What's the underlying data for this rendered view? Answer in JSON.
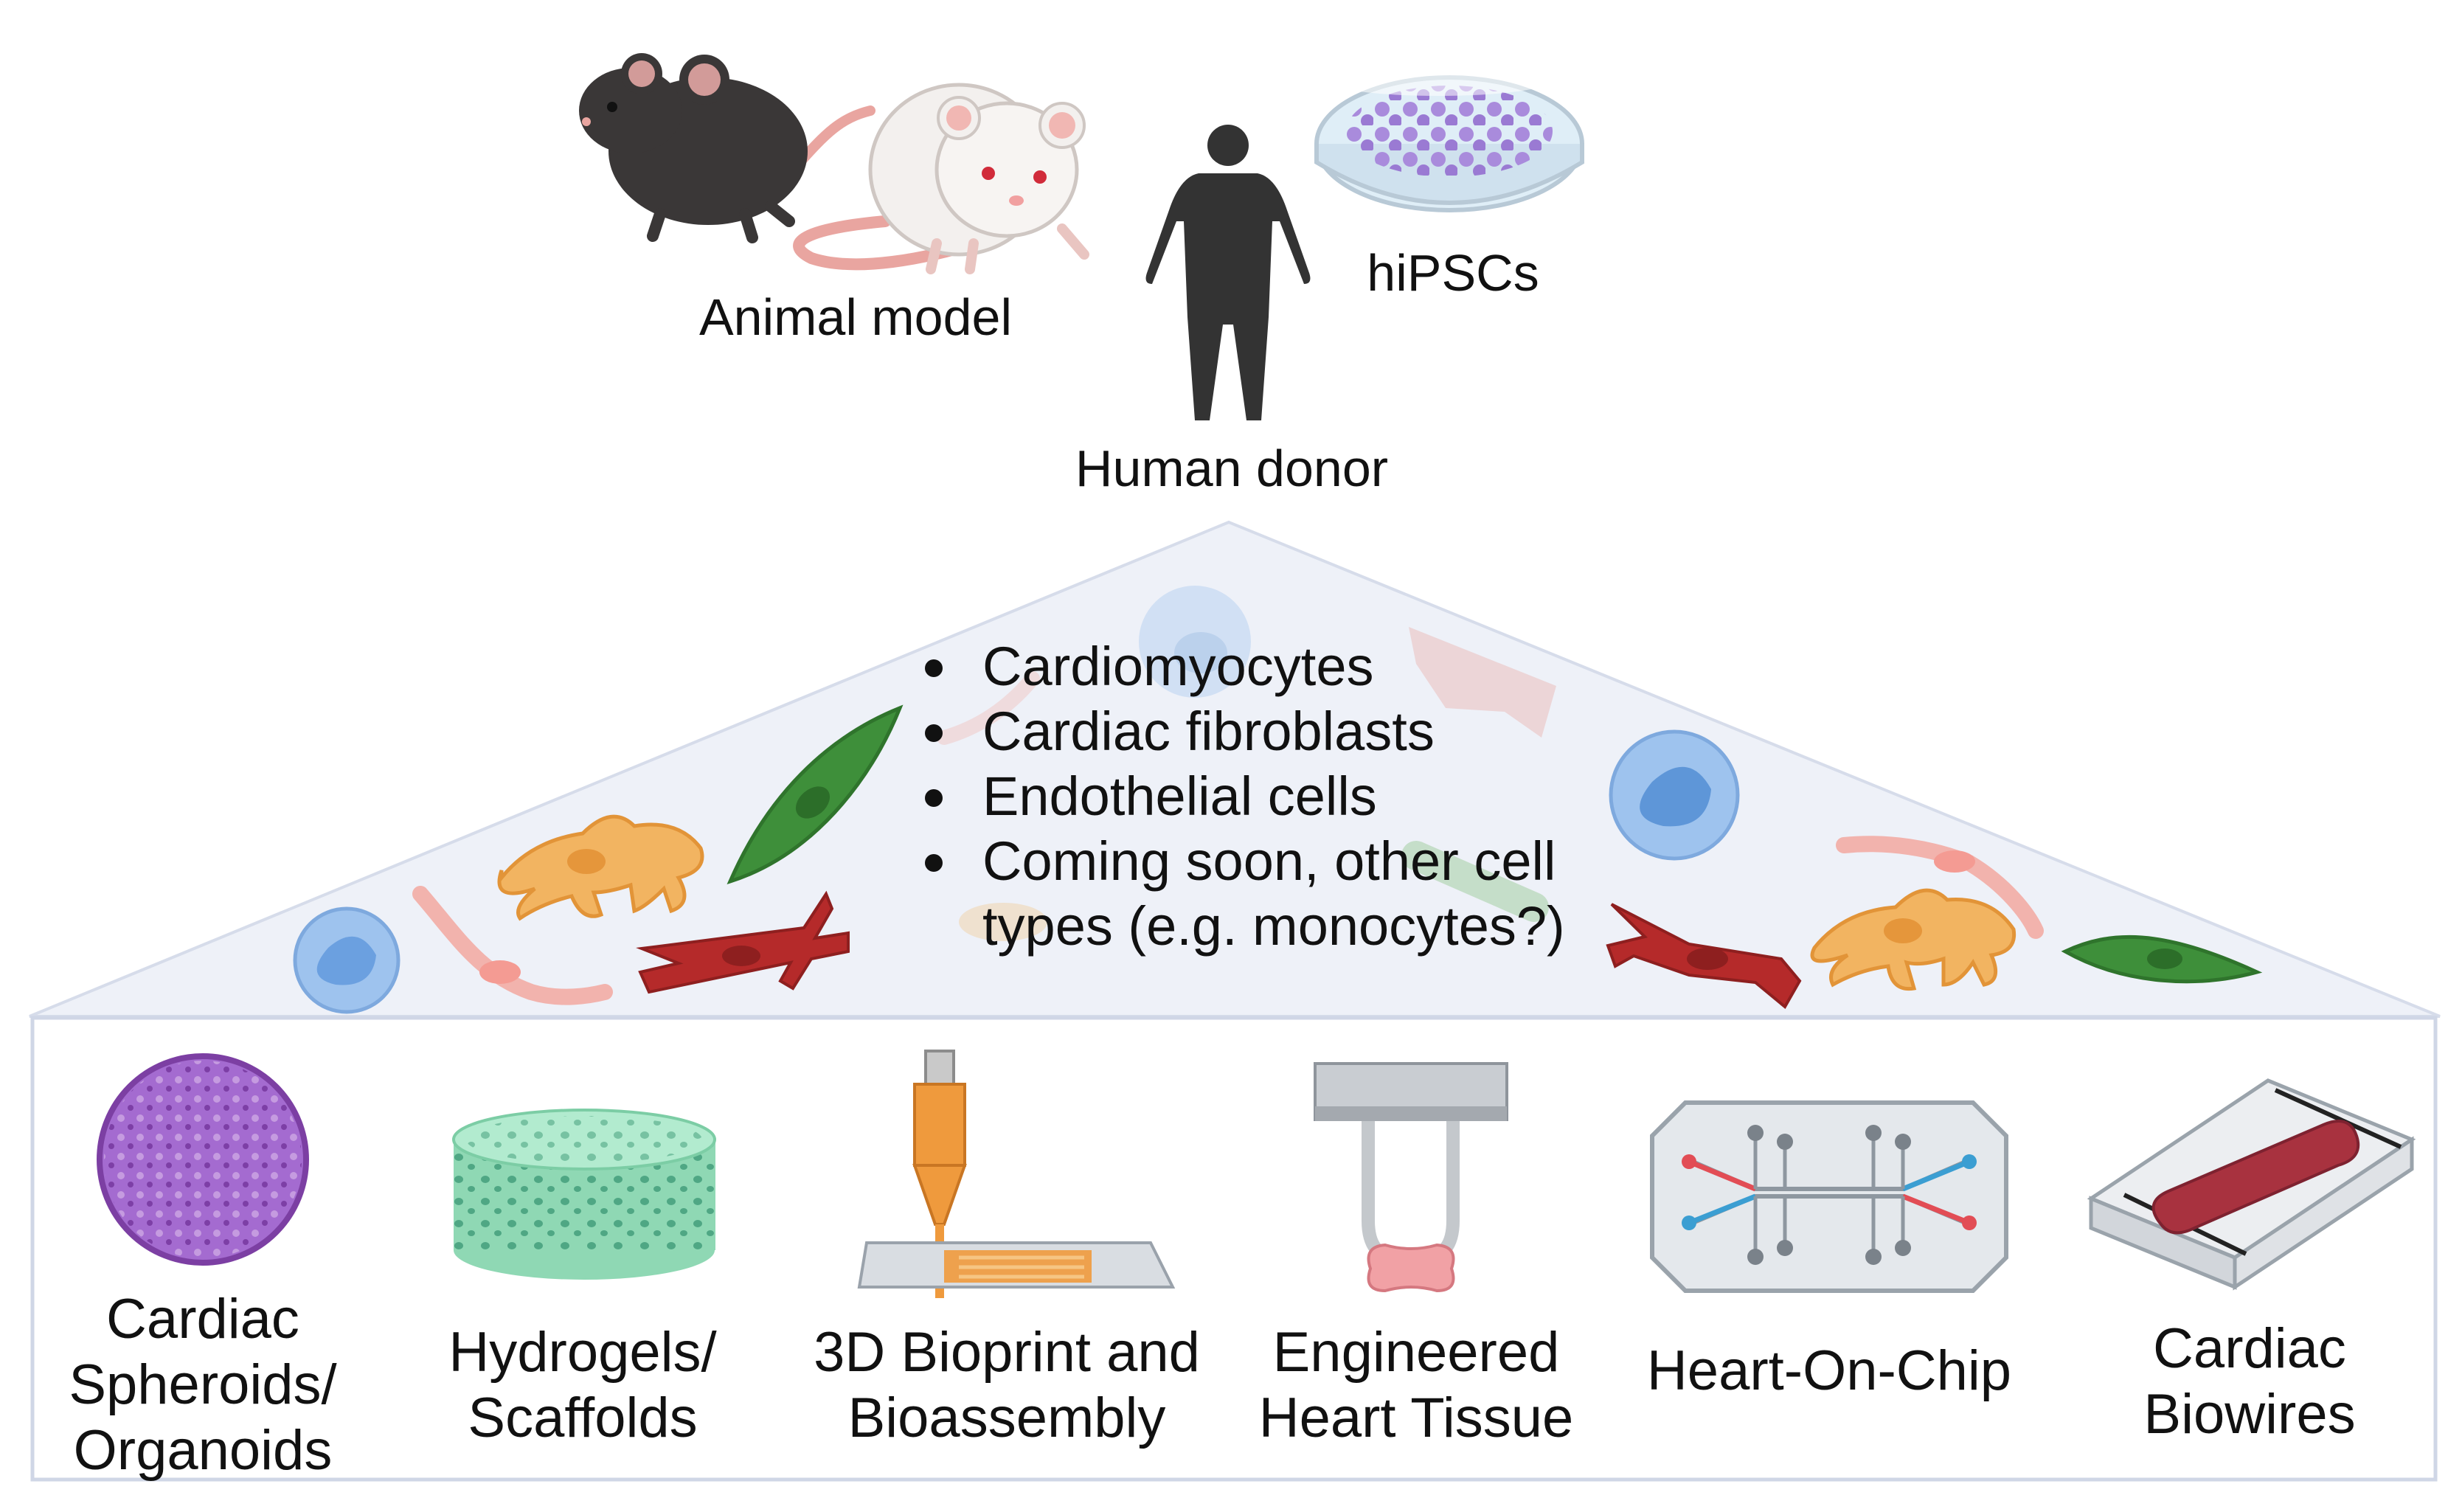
{
  "sources": {
    "animal_model": "Animal model",
    "human_donor": "Human donor",
    "hipscs": "hiPSCs"
  },
  "cell_types": [
    "Cardiomyocytes",
    "Cardiac fibroblasts",
    "Endothelial cells",
    "Coming soon, other cell types (e.g. monocytes?)"
  ],
  "models": [
    {
      "line1": "Cardiac",
      "line2": "Spheroids/",
      "line3": "Organoids",
      "icon": "spheroid-organoid-icon"
    },
    {
      "line1": "Hydrogels/",
      "line2": "Scaffolds",
      "icon": "hydrogel-scaffold-icon"
    },
    {
      "line1": "3D Bioprint and",
      "line2": "Bioassembly",
      "icon": "bioprinter-icon"
    },
    {
      "line1": "Engineered",
      "line2": "Heart Tissue",
      "icon": "engineered-heart-tissue-icon"
    },
    {
      "line1": "Heart-On-Chip",
      "icon": "heart-on-chip-icon"
    },
    {
      "line1": "Cardiac",
      "line2": "Biowires",
      "icon": "biowire-icon"
    }
  ],
  "colors": {
    "panel_fill": "#eef1f8",
    "panel_border": "#cfd6e6",
    "cardiomyocyte": "#b52a2a",
    "fibroblast": "#e9a33c",
    "endothelial": "#3e8f3a",
    "monocyte": "#8fb8ea",
    "smooth_cell": "#f0b6b0"
  }
}
